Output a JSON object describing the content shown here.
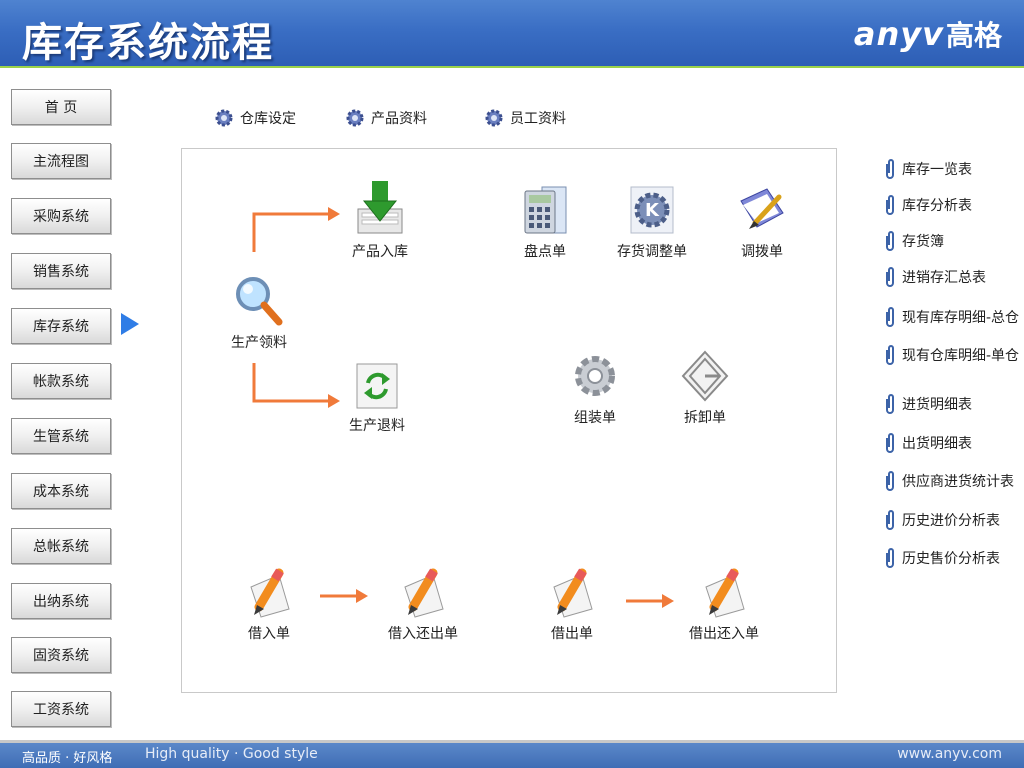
{
  "header": {
    "title": "库存系统流程",
    "logo_latin": "anyv",
    "logo_cn": "高格"
  },
  "nav": {
    "items": [
      "首 页",
      "主流程图",
      "采购系统",
      "销售系统",
      "库存系统",
      "帐款系统",
      "生管系统",
      "成本系统",
      "总帐系统",
      "出纳系统",
      "固资系统",
      "工资系统"
    ],
    "active": "库存系统"
  },
  "top_links": [
    "仓库设定",
    "产品资料",
    "员工资料"
  ],
  "flow": {
    "production_pick": "生产领料",
    "product_in": "产品入库",
    "production_return": "生产退料",
    "stocktake": "盘点单",
    "stock_adjust": "存货调整单",
    "transfer": "调拨单",
    "assembly": "组装单",
    "disassembly": "拆卸单",
    "borrow_in": "借入单",
    "borrow_in_return": "借入还出单",
    "lend_out": "借出单",
    "lend_out_return": "借出还入单"
  },
  "reports": [
    "库存一览表",
    "库存分析表",
    "存货簿",
    "进销存汇总表",
    "现有库存明细-总仓",
    "现有仓库明细-单仓",
    "进货明细表",
    "出货明细表",
    "供应商进货统计表",
    "历史进价分析表",
    "历史售价分析表"
  ],
  "footer": {
    "slogan_cn": "高品质 · 好风格",
    "slogan_en": "High quality · Good style",
    "site": "www.anyv.com"
  },
  "colors": {
    "header_blue": "#3a6ec4",
    "accent_green": "#9bd24a",
    "arrow_orange": "#f07a3a",
    "pointer_blue": "#2f7de6"
  }
}
